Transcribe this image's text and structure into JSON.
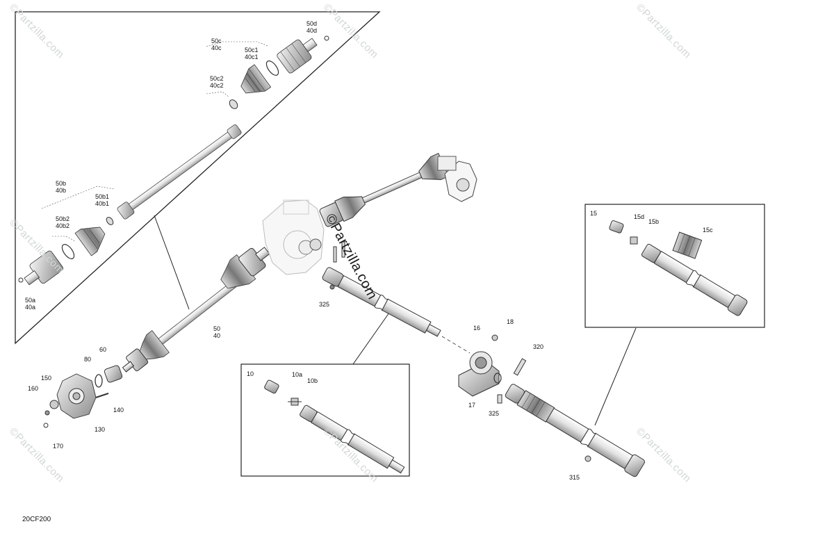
{
  "diagram_code": "20CF200",
  "watermark": "©Partzilla.com",
  "center_watermark": "©Partzilla.com",
  "labels": {
    "top_50d": "50d",
    "top_40d": "40d",
    "top_50c": "50c",
    "top_40c": "40c",
    "top_50c1": "50c1",
    "top_40c1": "40c1",
    "top_50c2": "50c2",
    "top_40c2": "40c2",
    "left_50b": "50b",
    "left_40b": "40b",
    "left_50b1": "50b1",
    "left_40b1": "40b1",
    "left_50b2": "50b2",
    "left_40b2": "40b2",
    "left_50a": "50a",
    "left_40a": "40a",
    "axle_50": "50",
    "axle_40": "40",
    "p60": "60",
    "p80": "80",
    "p150": "150",
    "p160": "160",
    "p140": "140",
    "p130": "130",
    "p170": "170",
    "p325a": "325",
    "p16": "16",
    "p18": "18",
    "p320": "320",
    "p17": "17",
    "p325b": "325",
    "p315": "315",
    "box10": "10",
    "box10a": "10a",
    "box10b": "10b",
    "box15": "15",
    "box15d": "15d",
    "box15b": "15b",
    "box15c": "15c"
  }
}
